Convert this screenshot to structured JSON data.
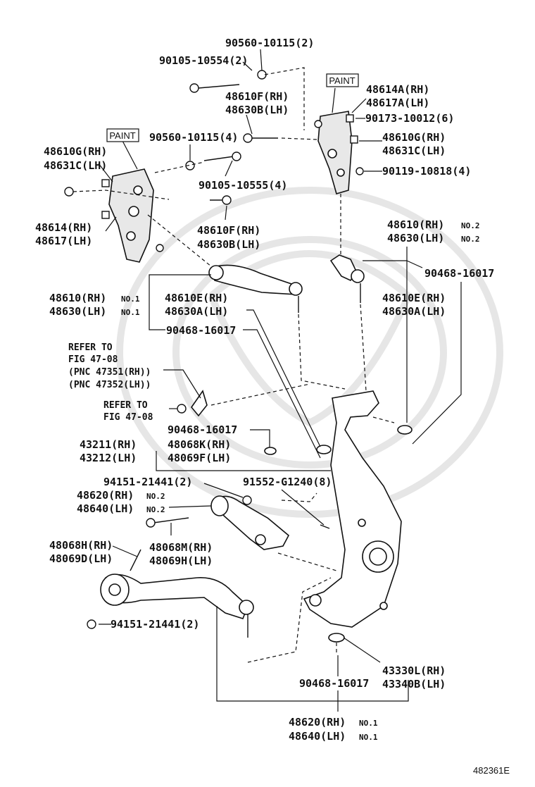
{
  "diagram_id": "482361E",
  "labels": {
    "p90560_top": "90560-10115(2)",
    "p90105_top": "90105-10554(2)",
    "paint_right": "PAINT",
    "p48614A": "48614A(RH)",
    "p48617A": "48617A(LH)",
    "p48610F_top": "48610F(RH)",
    "p48630B_top": "48630B(LH)",
    "p90173": "90173-10012(6)",
    "paint_left": "PAINT",
    "p90560_mid": "90560-10115(4)",
    "p48610G_right": "48610G(RH)",
    "p48631C_right": "48631C(LH)",
    "p48610G_left": "48610G(RH)",
    "p48631C_left": "48631C(LH)",
    "p90119": "90119-10818(4)",
    "p90105_mid": "90105-10555(4)",
    "p48614": "48614(RH)",
    "p48617": "48617(LH)",
    "p48610F_mid": "48610F(RH)",
    "p48630B_mid": "48630B(LH)",
    "p48610_no2": "48610(RH)",
    "p48630_no2": "48630(LH)",
    "no2_a": "NO.2",
    "no2_b": "NO.2",
    "p90468_r1": "90468-16017",
    "p48610_no1": "48610(RH)",
    "p48630_no1": "48630(LH)",
    "no1_a": "NO.1",
    "no1_b": "NO.1",
    "p48610E_mid": "48610E(RH)",
    "p48630A_mid": "48630A(LH)",
    "p48610E_right": "48610E(RH)",
    "p48630A_right": "48630A(LH)",
    "p90468_mid": "90468-16017",
    "refer1_a": "REFER TO",
    "refer1_b": "FIG 47-08",
    "refer1_c": "(PNC 47351(RH))",
    "refer1_d": "(PNC 47352(LH))",
    "refer2_a": "REFER TO",
    "refer2_b": "FIG 47-08",
    "p90468_low": "90468-16017",
    "p43211": "43211(RH)",
    "p43212": "43212(LH)",
    "p48068K": "48068K(RH)",
    "p48069F": "48069F(LH)",
    "p94151_top": "94151-21441(2)",
    "p91552": "91552-G1240(8)",
    "p48620_no2": "48620(RH)",
    "p48640_no2": "48640(LH)",
    "no2_c": "NO.2",
    "no2_d": "NO.2",
    "p48068H": "48068H(RH)",
    "p48069D": "48069D(LH)",
    "p48068M": "48068M(RH)",
    "p48069H": "48069H(LH)",
    "p94151_low": "94151-21441(2)",
    "p43330L": "43330L(RH)",
    "p43340B": "43340B(LH)",
    "p90468_bottom": "90468-16017",
    "p48620_no1": "48620(RH)",
    "p48640_no1": "48640(LH)",
    "no1_c": "NO.1",
    "no1_d": "NO.1"
  }
}
